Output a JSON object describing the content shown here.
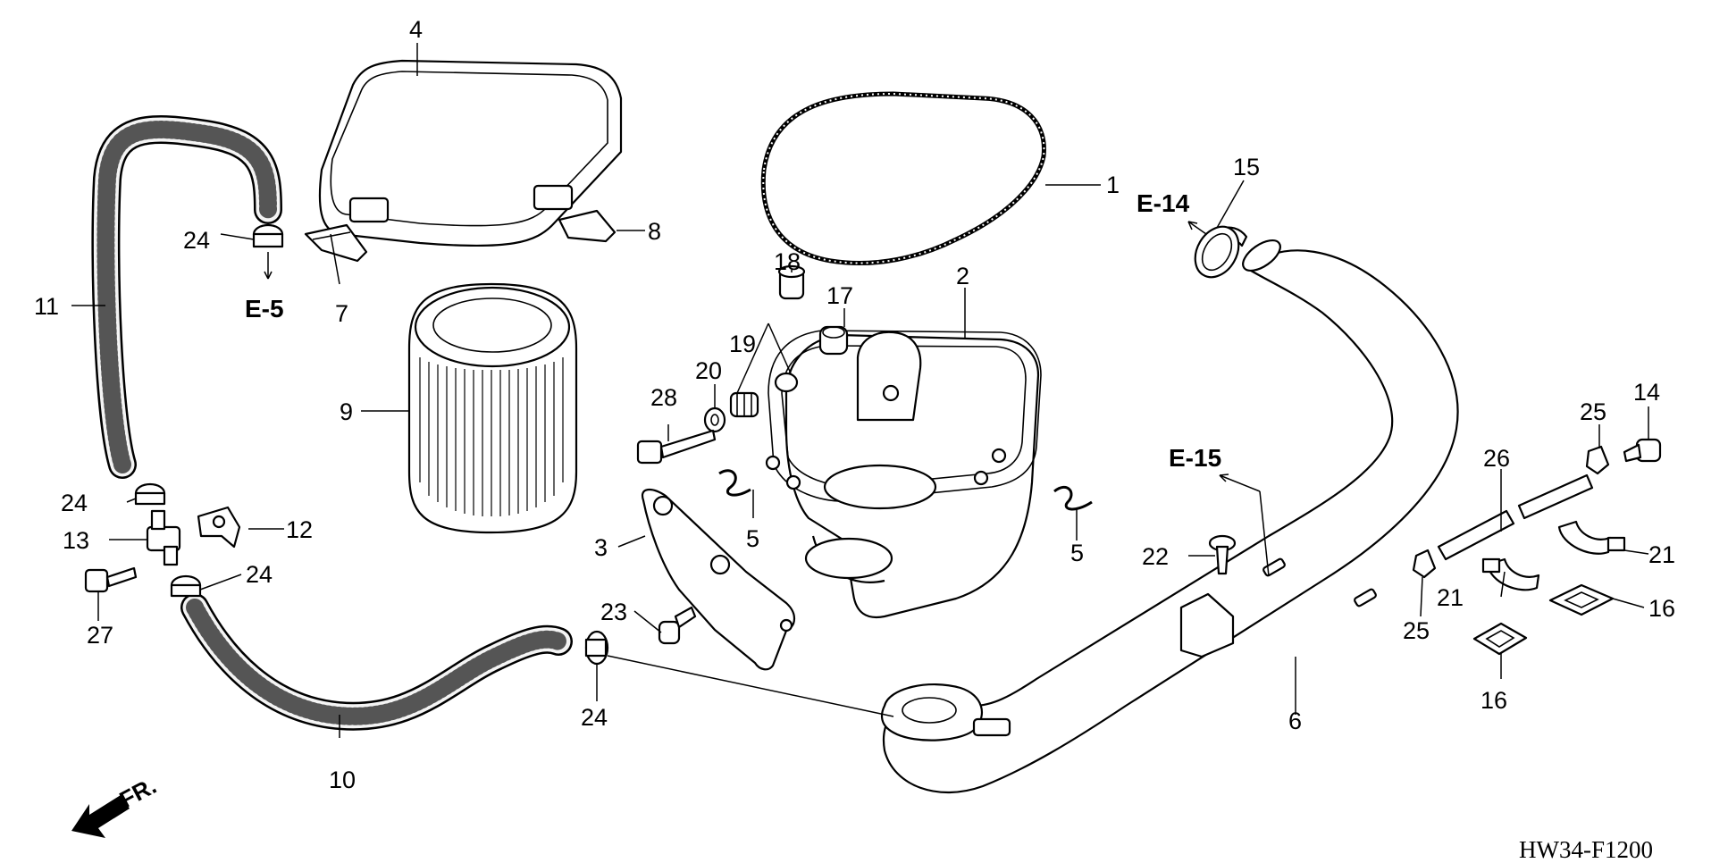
{
  "diagram_code": "HW34-F1200",
  "front_indicator": "FR.",
  "references": {
    "e5": "E-5",
    "e14": "E-14",
    "e15": "E-15"
  },
  "callouts": {
    "c1": "1",
    "c2": "2",
    "c3": "3",
    "c4": "4",
    "c5a": "5",
    "c5b": "5",
    "c6": "6",
    "c7": "7",
    "c8": "8",
    "c9": "9",
    "c10": "10",
    "c11": "11",
    "c12": "12",
    "c13": "13",
    "c14": "14",
    "c15": "15",
    "c16a": "16",
    "c16b": "16",
    "c17": "17",
    "c18": "18",
    "c19": "19",
    "c20": "20",
    "c21a": "21",
    "c21b": "21",
    "c22": "22",
    "c23": "23",
    "c24a": "24",
    "c24b": "24",
    "c24c": "24",
    "c24d": "24",
    "c25a": "25",
    "c25b": "25",
    "c26": "26",
    "c27": "27",
    "c28": "28"
  }
}
